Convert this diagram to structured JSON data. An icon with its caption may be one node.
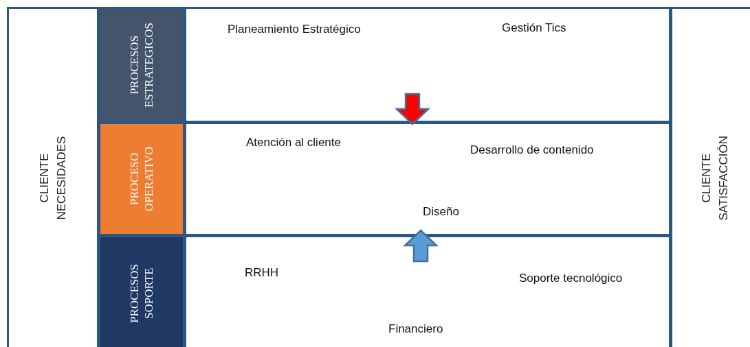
{
  "diagram": {
    "nodes": [
      {
        "text": [
          "CLIENTE NECESIDADES"
        ]
      },
      {
        "text": [
          "PROCESOS ESTRATEGICOS"
        ]
      },
      {
        "text": [
          "PROCESO OPERATIVO"
        ]
      },
      {
        "text": [
          "PROCESOS SOPORTE"
        ]
      },
      {
        "text": [
          "Planeamiento Estratégico",
          "Gestión Tics"
        ]
      },
      {
        "text": [
          "Atención al cliente",
          "Desarrollo de contenido",
          "Diseño"
        ]
      },
      {
        "text": [
          "RRHH",
          "Soporte tecnológico",
          "Financiero"
        ]
      },
      {
        "text": [
          "CLIENTE SATISFACCIÓN"
        ]
      }
    ],
    "edges": [
      {
        "from": 4,
        "to": 5,
        "arrow": "to",
        "color": "#ff0000"
      },
      {
        "from": 6,
        "to": 5,
        "arrow": "to"
      }
    ]
  }
}
